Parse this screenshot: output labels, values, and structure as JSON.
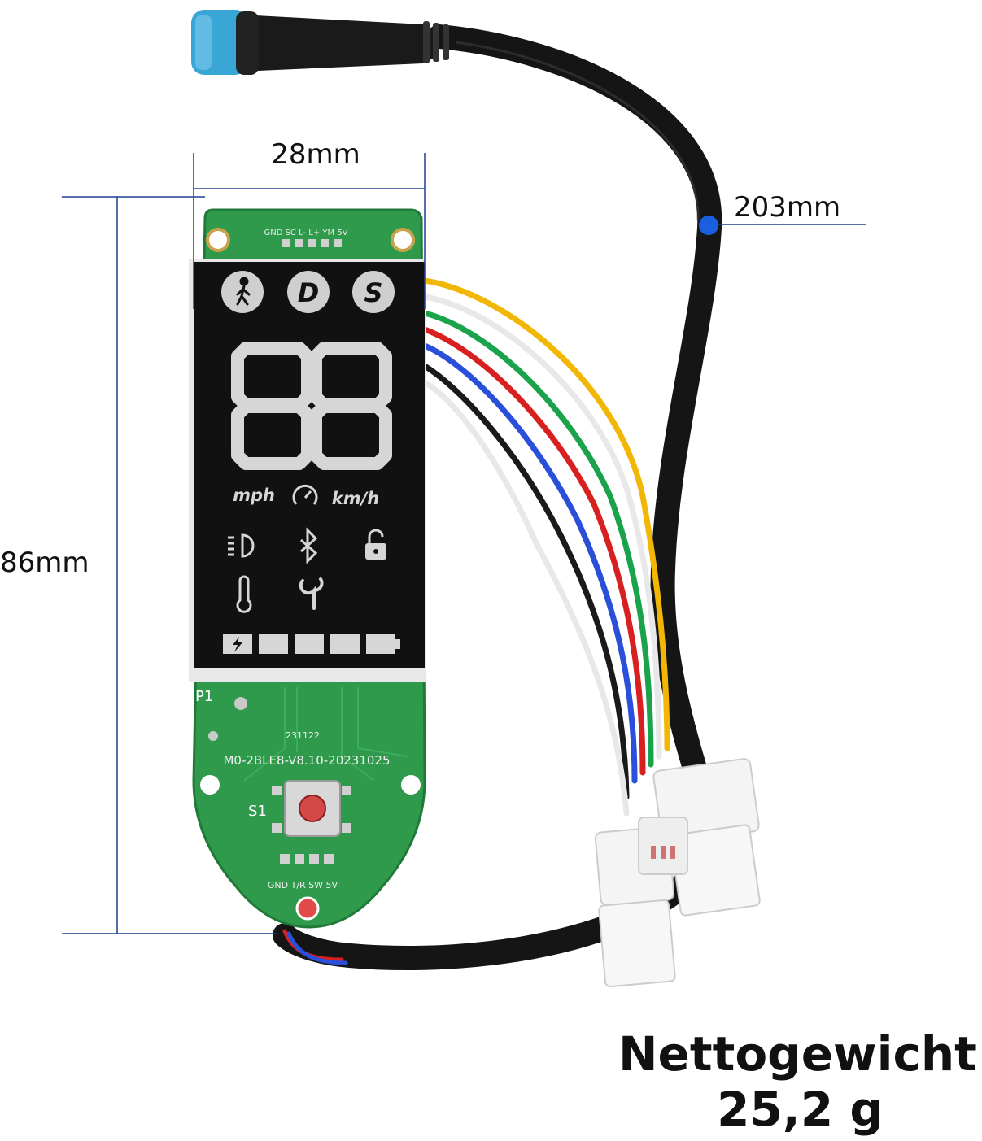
{
  "dimensions": {
    "width": "28mm",
    "height": "86mm",
    "cable": "203mm"
  },
  "weight": {
    "label": "Nettogewicht:",
    "value": "25,2 g"
  },
  "display": {
    "mode_buttons": [
      "D",
      "S"
    ],
    "digits": "88",
    "unit_mph": "mph",
    "unit_kmh": "km/h"
  },
  "pcb": {
    "top_pins": "GND SC L- L+ YM 5V",
    "label_p1": "P1",
    "label_s1": "S1",
    "date_code": "231122",
    "board_id": "M0-2BLE8-V8.10-20231025",
    "bottom_pins": "GND T/R SW 5V"
  },
  "colors": {
    "pcb_green": "#2f9a4c",
    "lcd_black": "#111111",
    "dimension_line": "#1f3f8f",
    "dimension_dot": "#1a5fe0",
    "connector_blue": "#3aa6d6"
  },
  "icons": [
    "walking-person-icon",
    "speedometer-icon",
    "headlight-icon",
    "bluetooth-icon",
    "lock-icon",
    "thermometer-icon",
    "wrench-icon",
    "battery-icon"
  ]
}
